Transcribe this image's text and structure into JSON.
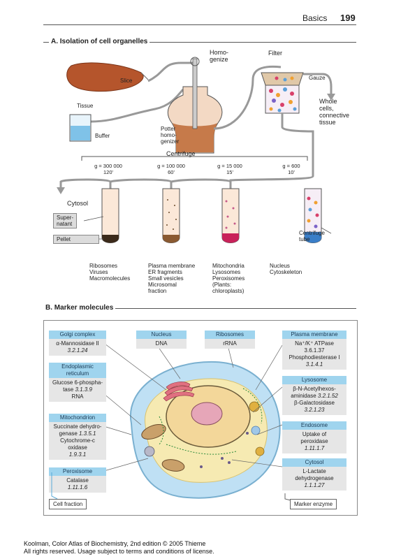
{
  "header": {
    "section": "Basics",
    "page": "199"
  },
  "sectionA": {
    "title": "A. Isolation of cell organelles",
    "homogenize": "Homo-\ngenize",
    "filter": "Filter",
    "slice": "Slice",
    "tissue": "Tissue",
    "buffer": "Buffer",
    "potter": "Potter\nhomo-\ngenizer",
    "gauze": "Gauze",
    "whole_cells": "Whole\ncells,\nconnective\ntissue",
    "centrifuge": "Centrifuge",
    "cytosol": "Cytosol",
    "supernatant": "Super-\nnatant",
    "pellet": "Pellet",
    "centrifuge_tube": "Centrifuge\ntube",
    "runs": [
      {
        "g": "g = 300 000",
        "time": "120'",
        "fraction": "Ribosomes\nViruses\nMacromolecules"
      },
      {
        "g": "g = 100 000",
        "time": "60'",
        "fraction": "Plasma membrane\nER fragments\nSmall vesicles\nMicrosomal\nfraction"
      },
      {
        "g": "g = 15 000",
        "time": "15'",
        "fraction": "Mitochondria\nLysosomes\nPeroxisomes\n(Plants:\nchloroplasts)"
      },
      {
        "g": "g = 600",
        "time": "10'",
        "fraction": "Nucleus\nCytoskeleton"
      }
    ]
  },
  "sectionB": {
    "title": "B. Marker molecules",
    "golgi": {
      "head": "Golgi complex",
      "enzyme": "α-Mannosidase II",
      "ec": "3.2.1.24"
    },
    "er": {
      "head": "Endoplasmic\nreticulum",
      "enzyme": "Glucose 6-phospha-\ntase",
      "ec": "3.1.3.9",
      "extra": "RNA"
    },
    "mito": {
      "head": "Mitochondrion",
      "enzyme": "Succinate dehydro-\ngenase",
      "ec": "1.3.5.1",
      "enzyme2": "Cytochrome-c\noxidase",
      "ec2": "1.9.3.1"
    },
    "perox": {
      "head": "Peroxisome",
      "enzyme": "Catalase",
      "ec": "1.11.1.6"
    },
    "nucleus": {
      "head": "Nucleus",
      "enzyme": "DNA"
    },
    "ribosomes": {
      "head": "Ribosomes",
      "enzyme": "rRNA"
    },
    "plasma": {
      "head": "Plasma membrane",
      "enzyme": "Na⁺/K⁺ ATPase",
      "ec": "3.6.1.37",
      "enzyme2": "Phosphodiesterase I",
      "ec2": "3.1.4.1"
    },
    "lysosome": {
      "head": "Lysosome",
      "enzyme": "β-N-Acetylhexos-\naminidase",
      "ec": "3.2.1.52",
      "enzyme2": "β-Galactosidase",
      "ec2": "3.2.1.23"
    },
    "endosome": {
      "head": "Endosome",
      "enzyme": "Uptake of\nperoxidase",
      "ec": "1.11.1.7"
    },
    "cytosol": {
      "head": "Cytosol",
      "enzyme": "L-Lactate\ndehydrogenase",
      "ec": "1.1.1.27"
    },
    "cell_fraction": "Cell fraction",
    "marker_enzyme": "Marker enzyme"
  },
  "footer": {
    "line1": "Koolman, Color Atlas of Biochemistry, 2nd edition © 2005 Thieme",
    "line2": "All rights reserved. Usage subject to terms and conditions of license."
  }
}
